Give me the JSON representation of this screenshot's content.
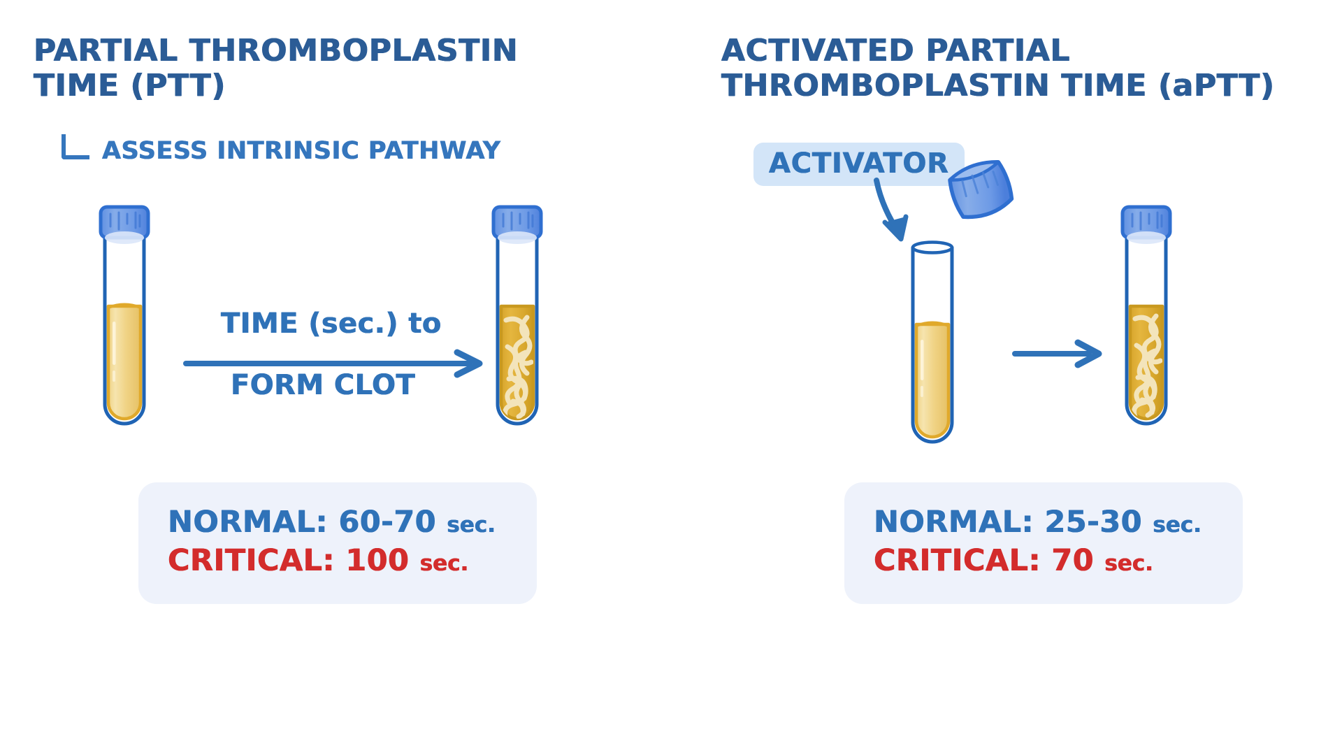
{
  "colors": {
    "heading_blue": "#2b5c96",
    "body_blue": "#2f72b8",
    "critical_red": "#d32c2c",
    "badge_bg": "#d3e5f8",
    "info_box_bg": "#eef2fb",
    "tube_outline": "#2064b4",
    "cap_blue": "#6b9ae8",
    "cap_outline": "#2f6fd0",
    "plasma_yellow": "#f3d98a",
    "plasma_outline": "#e0a92b",
    "clot_plasma": "#dda92f",
    "clot_strand": "#f5e6bd",
    "background": "#ffffff"
  },
  "ptt": {
    "title": "PARTIAL THROMBOPLASTIN\nTIME (PTT)",
    "subline": "ASSESS INTRINSIC PATHWAY",
    "elbow_icon": "elbow-connector-icon",
    "arrow_label_line1": "TIME (sec.) to",
    "arrow_label_line2": "FORM CLOT",
    "tube_before": {
      "icon": "test-tube-capped-icon",
      "state": "liquid-plasma",
      "capped": true
    },
    "tube_after": {
      "icon": "test-tube-clotted-icon",
      "state": "clotted",
      "capped": true
    },
    "info": {
      "normal_label": "NORMAL:",
      "normal_value": "60-70",
      "normal_unit": "sec.",
      "critical_label": "CRITICAL:",
      "critical_value": "100",
      "critical_unit": "sec."
    }
  },
  "aptt": {
    "title": "ACTIVATED PARTIAL\nTHROMBOPLASTIN TIME (aPTT)",
    "activator_badge": "ACTIVATOR",
    "activator_arrow_icon": "curved-down-arrow-icon",
    "cap_icon": "detached-tube-cap-icon",
    "tube_before": {
      "icon": "test-tube-open-icon",
      "state": "liquid-plasma",
      "capped": false
    },
    "tube_after": {
      "icon": "test-tube-clotted-icon",
      "state": "clotted",
      "capped": true
    },
    "arrow_icon": "right-arrow-icon",
    "info": {
      "normal_label": "NORMAL:",
      "normal_value": "25-30",
      "normal_unit": "sec.",
      "critical_label": "CRITICAL:",
      "critical_value": "70",
      "critical_unit": "sec."
    }
  }
}
